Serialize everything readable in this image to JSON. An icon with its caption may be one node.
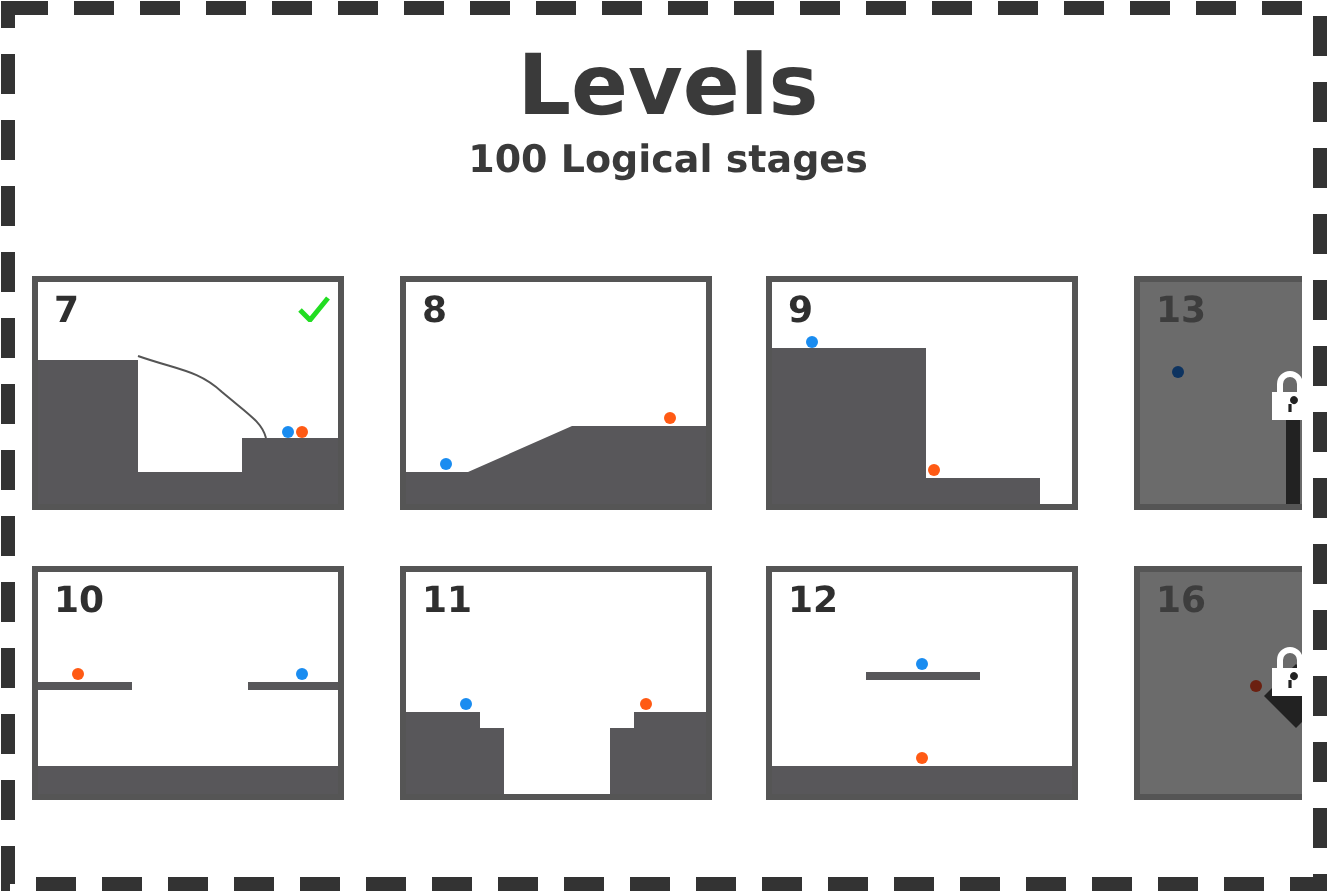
{
  "diagram": {
    "title": "Levels",
    "nodes": [
      {
        "text": [
          "7"
        ]
      },
      {
        "text": [
          "8"
        ]
      },
      {
        "text": [
          "9"
        ]
      },
      {
        "text": [
          "13"
        ]
      },
      {
        "text": [
          "10"
        ]
      },
      {
        "text": [
          "11"
        ]
      },
      {
        "text": [
          "12"
        ]
      },
      {
        "text": [
          "16"
        ]
      }
    ],
    "labels": [
      "100 Logical stages"
    ]
  }
}
